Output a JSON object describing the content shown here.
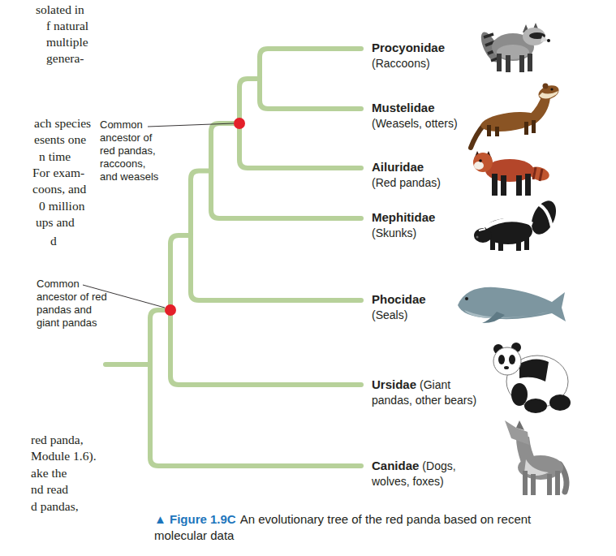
{
  "diagram": {
    "caption": "An evolutionary tree of the red panda based on recent molecular data",
    "labels": [
      "solated in",
      "f natural",
      "multiple",
      "genera-",
      "ach species",
      "esents one",
      "n time",
      "For exam-",
      "coons, and",
      "0 million",
      "ups and",
      "d",
      "Common ancestor of red pandas, raccoons, and weasels",
      "Common ancestor of red pandas and giant pandas",
      "Procyonidae",
      "(Raccoons)",
      "Mustelidae",
      "(Weasels, otters)",
      "Ailuridae",
      "(Red pandas)",
      "Mephitidae",
      "(Skunks)",
      "Phocidae",
      "(Seals)",
      "Ursidae",
      "(Giant pandas, other bears)",
      "Canidae",
      "(Dogs, wolves, foxes)",
      "red panda,",
      "Module 1.6).",
      "ake the",
      "nd read",
      "d pandas,",
      "▲ Figure 1.9C"
    ]
  }
}
